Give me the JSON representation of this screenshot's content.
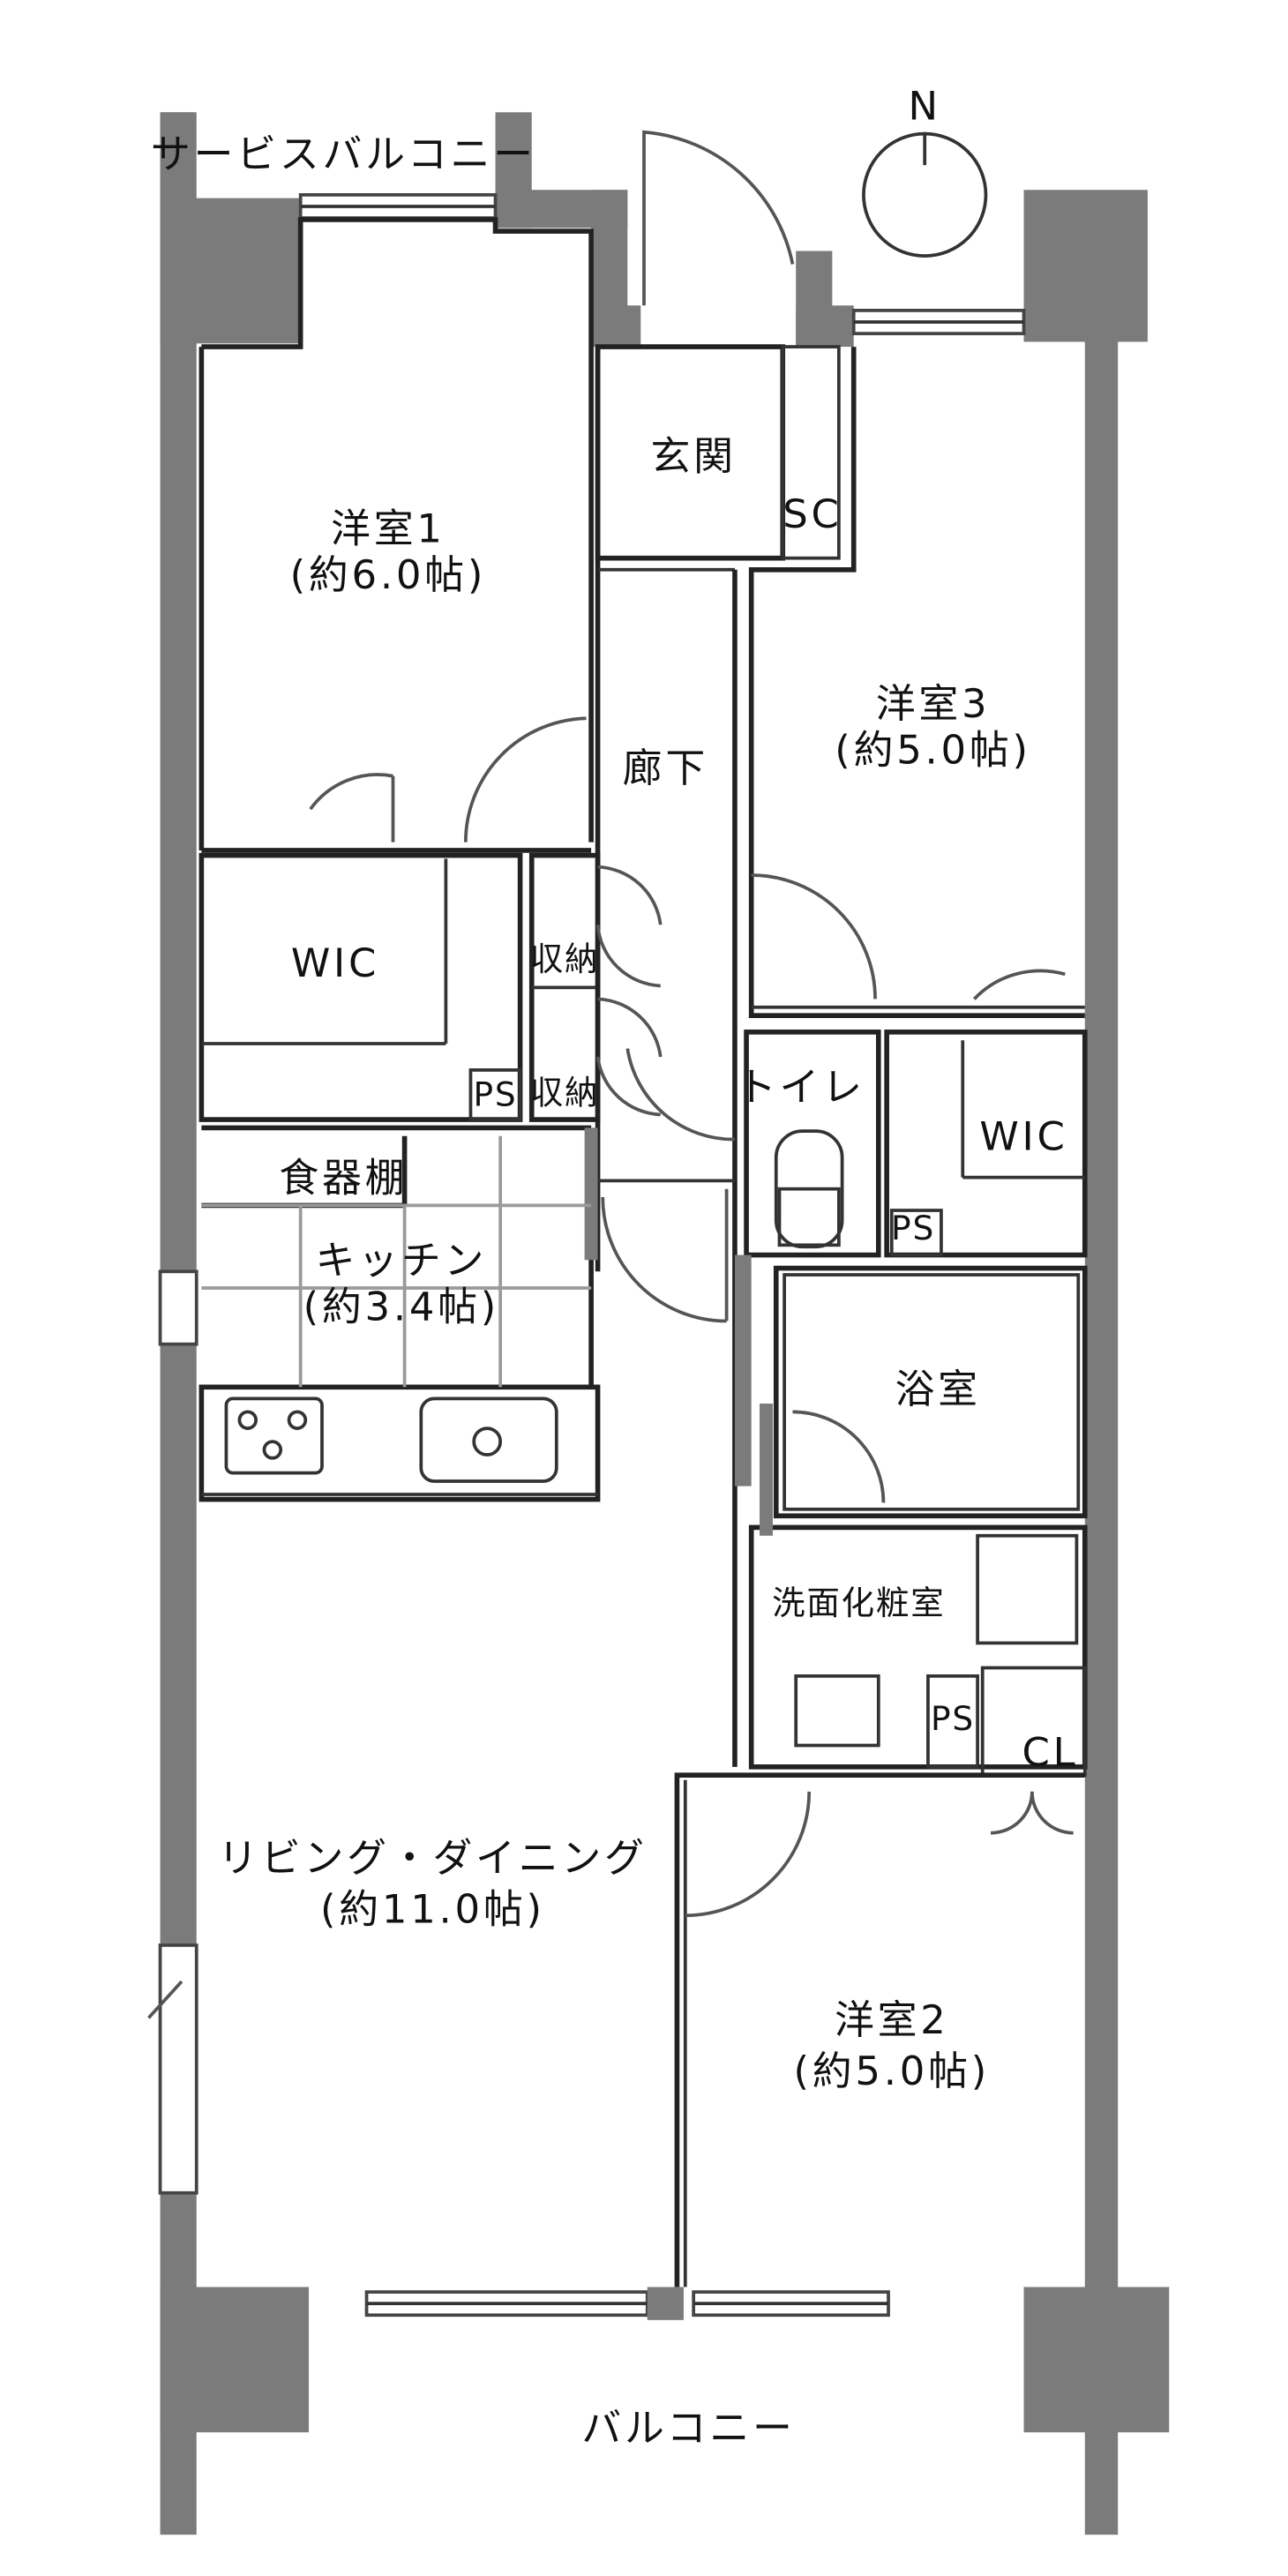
{
  "compass": {
    "label": "N"
  },
  "rooms": {
    "service_balcony": "サービスバルコニー",
    "entrance": "玄関",
    "shoe_closet": "SC",
    "western_room_1": {
      "name": "洋室1",
      "size": "(約6.0帖)"
    },
    "western_room_3": {
      "name": "洋室3",
      "size": "(約5.0帖)"
    },
    "hallway": "廊下",
    "wic_1": "WIC",
    "storage_1": "収納",
    "storage_2": "収納",
    "ps_1": "PS",
    "toilet": "トイレ",
    "wic_2": "WIC",
    "ps_2": "PS",
    "pantry": "食器棚",
    "kitchen": {
      "name": "キッチン",
      "size": "(約3.4帖)"
    },
    "bathroom": "浴室",
    "washroom": "洗面化粧室",
    "ps_3": "PS",
    "closet": "CL",
    "living_dining": {
      "name": "リビング・ダイニング",
      "size": "(約11.0帖)"
    },
    "western_room_2": {
      "name": "洋室2",
      "size": "(約5.0帖)"
    },
    "balcony": "バルコニー"
  },
  "colors": {
    "wall": "#7b7b7b",
    "line": "#222222",
    "background": "#ffffff"
  }
}
